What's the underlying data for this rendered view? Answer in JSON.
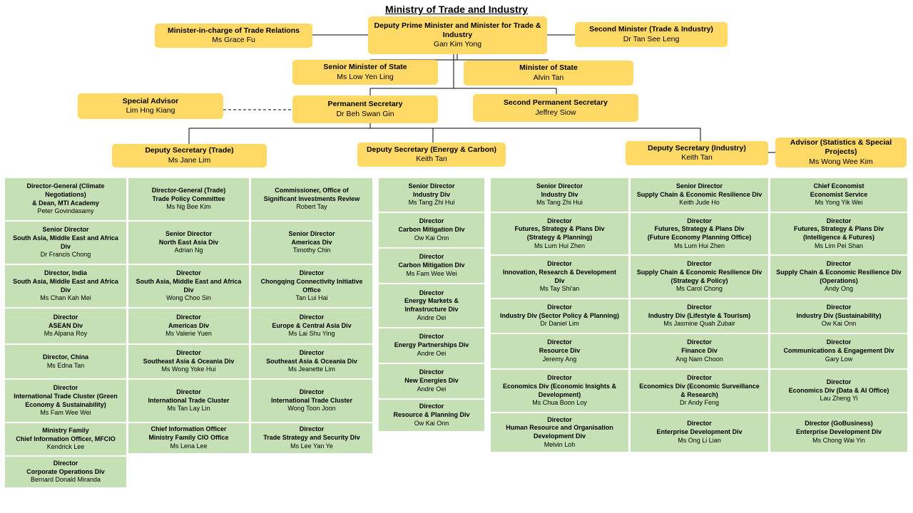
{
  "title": "Ministry of Trade and Industry",
  "colors": {
    "leader_box": "#ffd966",
    "unit_box": "#c5e0b4"
  },
  "leaders": {
    "dpm": {
      "role": "Deputy Prime Minister and Minister for Trade & Industry",
      "name": "Gan Kim Yong"
    },
    "trade_relations": {
      "role": "Minister-in-charge of Trade Relations",
      "name": "Ms Grace Fu"
    },
    "second_minister": {
      "role": "Second Minister (Trade & Industry)",
      "name": "Dr Tan See Leng"
    },
    "sms": {
      "role": "Senior Minister of State",
      "name": "Ms Low Yen Ling"
    },
    "mos": {
      "role": "Minister of State",
      "name": "Alvin Tan"
    },
    "special_advisor": {
      "role": "Special Advisor",
      "name": "Lim Hng Kiang"
    },
    "perm_sec": {
      "role": "Permanent Secretary",
      "name": "Dr Beh Swan Gin"
    },
    "second_perm_sec": {
      "role": "Second Permanent Secretary",
      "name": "Jeffrey Siow"
    },
    "ds_trade": {
      "role": "Deputy Secretary (Trade)",
      "name": "Ms Jane Lim"
    },
    "ds_energy": {
      "role": "Deputy Secretary (Energy & Carbon)",
      "name": "Keith Tan"
    },
    "ds_industry": {
      "role": "Deputy Secretary (Industry)",
      "name": "Keith Tan"
    },
    "advisor_stats": {
      "role": "Advisor (Statistics & Special Projects)",
      "name": "Ms Wong Wee Kim"
    }
  },
  "trade_col1": [
    {
      "role": "Director-General (Climate\nNegotiations)\n& Dean, MTI Academy",
      "name": "Peter Govindasamy"
    },
    {
      "role": "Senior Director\nSouth Asia, Middle East and Africa\nDiv",
      "name": "Dr Francis Chong"
    },
    {
      "role": "Director, India\nSouth Asia, Middle East and Africa\nDiv",
      "name": "Ms Chan Kah Mei"
    },
    {
      "role": "Director\nASEAN Div",
      "name": "Ms Alpana Roy"
    },
    {
      "role": "Director, China",
      "name": "Ms Edna Tan"
    },
    {
      "role": "Director\nInternational Trade Cluster (Green\nEconomy & Sustainability)",
      "name": "Ms Fam Wee Wei"
    },
    {
      "role": "Ministry Family\nChief Information Officer, MFCIO",
      "name": "Kendrick Lee"
    },
    {
      "role": "Director\nCorporate Operations Div",
      "name": "Bernard Donald Miranda"
    }
  ],
  "trade_col2": [
    {
      "role": "Director-General (Trade)\nTrade Policy Committee",
      "name": "Ms Ng Bee Kim"
    },
    {
      "role": "Senior Director\nNorth East Asia Div",
      "name": "Adrian Ng"
    },
    {
      "role": "Director\nSouth Asia, Middle East and Africa\nDiv",
      "name": "Wong Choo Sin"
    },
    {
      "role": "Director\nAmericas Div",
      "name": "Ms Valerie Yuen"
    },
    {
      "role": "Director\nSoutheast Asia & Oceania Div",
      "name": "Ms Wong Yoke Hui"
    },
    {
      "role": "Director\nInternational Trade Cluster",
      "name": "Ms Tan Lay Lin"
    },
    {
      "role": "Chief Information Officer\nMinistry Family CIO Office",
      "name": "Ms Lena Lee"
    }
  ],
  "trade_col3": [
    {
      "role": "Commissioner, Office of\nSignificant Investments Review",
      "name": "Robert Tay"
    },
    {
      "role": "Senior Director\nAmericas Div",
      "name": "Timothy Chin"
    },
    {
      "role": "Director\nChongqing Connectivity Initiative\nOffice",
      "name": "Tan Lui Hai"
    },
    {
      "role": "Director\nEurope & Central Asia Div",
      "name": "Ms Lai Shu Ying"
    },
    {
      "role": "Director\nSoutheast Asia & Oceania Div",
      "name": "Ms Jeanette Lim"
    },
    {
      "role": "Director\nInternational Trade Cluster",
      "name": "Wong Toon Joon"
    },
    {
      "role": "Director\nTrade Strategy and Security Div",
      "name": "Ms Lee Yan Ye"
    }
  ],
  "energy_col": [
    {
      "role": "Senior Director\nIndustry Div",
      "name": "Ms Tang Zhi Hui"
    },
    {
      "role": "Director\nCarbon Mitigation Div",
      "name": "Ow Kai Onn"
    },
    {
      "role": "Director\nCarbon Mitigation Div",
      "name": "Ms Fam Wee Wei"
    },
    {
      "role": "Director\nEnergy Markets &\nInfrastructure Div",
      "name": "Andre Oei"
    },
    {
      "role": "Director\nEnergy Partnerships Div",
      "name": "Andre Oei"
    },
    {
      "role": "Director\nNew Energies Div",
      "name": "Andre Oei"
    },
    {
      "role": "Director\nResource & Planning Div",
      "name": "Ow Kai Onn"
    }
  ],
  "industry_col1": [
    {
      "role": "Senior Director\nIndustry Div",
      "name": "Ms Tang Zhi Hui"
    },
    {
      "role": "Director\nFutures, Strategy & Plans Div\n(Strategy & Planning)",
      "name": "Ms Lum Hui Zhen"
    },
    {
      "role": "Director\nInnovation, Research & Development\nDiv",
      "name": "Ms Tay Shi'an"
    },
    {
      "role": "Director\nIndustry Div (Sector Policy & Planning)",
      "name": "Dr Daniel Lim"
    },
    {
      "role": "Director\nResource Div",
      "name": "Jeremy Ang"
    },
    {
      "role": "Director\nEconomics Div (Economic Insights &\nDevelopment)",
      "name": "Ms Chua Boon Loy"
    },
    {
      "role": "Director\nHuman Resource and Organisation\nDevelopment Div",
      "name": "Melvin Loh"
    }
  ],
  "industry_col2": [
    {
      "role": "Senior Director\nSupply Chain & Economic Resilience Div",
      "name": "Keith Jude Ho"
    },
    {
      "role": "Director\nFutures, Strategy & Plans Div\n(Future Economy Planning Office)",
      "name": "Ms Lum Hui Zhen"
    },
    {
      "role": "Director\nSupply Chain & Economic Resilience Div\n(Strategy & Policy)",
      "name": "Ms Carol Chong"
    },
    {
      "role": "Director\nIndustry Div (Lifestyle & Tourism)",
      "name": "Ms Jasmine Quah Zubair"
    },
    {
      "role": "Director\nFinance Div",
      "name": "Ang Nam Choon"
    },
    {
      "role": "Director\nEconomics Div (Economic Surveillance\n& Research)",
      "name": "Dr Andy Feng"
    },
    {
      "role": "Director\nEnterprise Development Div",
      "name": "Ms Ong Li Lian"
    }
  ],
  "industry_col3": [
    {
      "role": "Chief Economist\nEconomist Service",
      "name": "Ms Yong Yik Wei"
    },
    {
      "role": "Director\nFutures, Strategy & Plans Div\n(Intelligence & Futures)",
      "name": "Ms Lim Pei Shan"
    },
    {
      "role": "Director\nSupply Chain & Economic Resilience Div\n(Operations)",
      "name": "Andy Ong"
    },
    {
      "role": "Director\nIndustry Div (Sustainability)",
      "name": "Ow Kai Onn"
    },
    {
      "role": "Director\nCommunications & Engagement Div",
      "name": "Gary Low"
    },
    {
      "role": "Director\nEconomics Div (Data & AI Office)",
      "name": "Lau Zheng Yi"
    },
    {
      "role": "Director (GoBusiness)\nEnterprise Development Div",
      "name": "Ms Chong Wai Yin"
    }
  ]
}
